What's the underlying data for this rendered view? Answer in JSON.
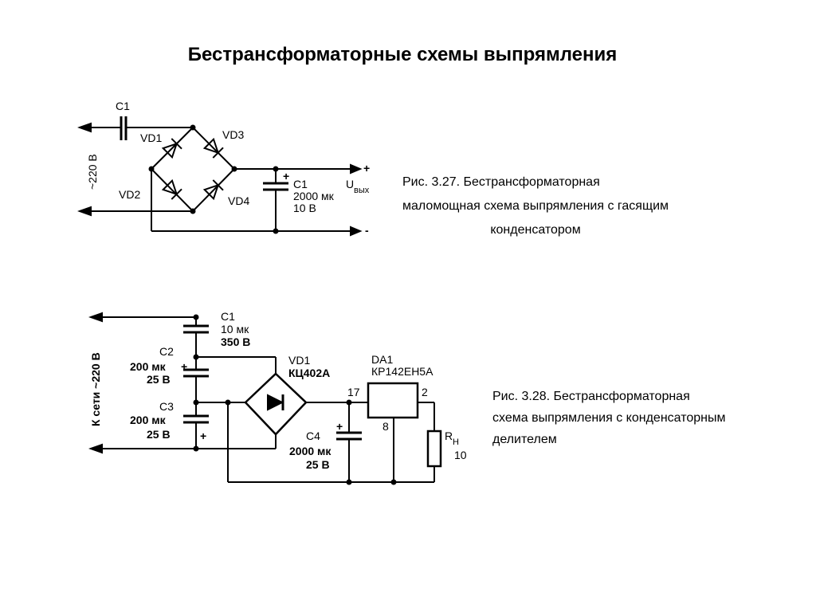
{
  "title": "Бестрансформаторные схемы выпрямления",
  "figure1": {
    "caption": [
      "Рис. 3.27. Бестрансформаторная",
      "маломощная схема выпрямления с гасящим",
      "конденсатором"
    ],
    "labels": {
      "c1_top": "C1",
      "mains": "~220 В",
      "vd1": "VD1",
      "vd2": "VD2",
      "vd3": "VD3",
      "vd4": "VD4",
      "c2_name": "C1",
      "c2_cap": "2000 мк",
      "c2_volt": "10 В",
      "uout": "U",
      "uout_sub": "вых",
      "plus": "+",
      "minus": "-",
      "cap_plus": "+"
    }
  },
  "figure2": {
    "caption": [
      "Рис. 3.28. Бестрансформаторная",
      "схема выпрямления с конденсаторным",
      "делителем"
    ],
    "labels": {
      "mains": "К сети ~220 В",
      "c1_name": "C1",
      "c1_cap": "10 мк",
      "c1_volt": "350 В",
      "c2_name": "C2",
      "c2_cap": "200 мк",
      "c2_volt": "25 В",
      "c3_name": "C3",
      "c3_cap": "200 мк",
      "c3_volt": "25 В",
      "vd1_name": "VD1",
      "vd1_type": "КЦ402А",
      "da1_name": "DA1",
      "da1_type": "КР142ЕН5А",
      "pin17": "17",
      "pin2": "2",
      "pin8": "8",
      "c4_name": "C4",
      "c4_cap": "2000 мк",
      "c4_volt": "25 В",
      "rh": "R",
      "rh_sub": "Н",
      "rh_val": "10",
      "c2_plus": "+",
      "c3_plus": "+",
      "c4_plus": "+"
    }
  }
}
